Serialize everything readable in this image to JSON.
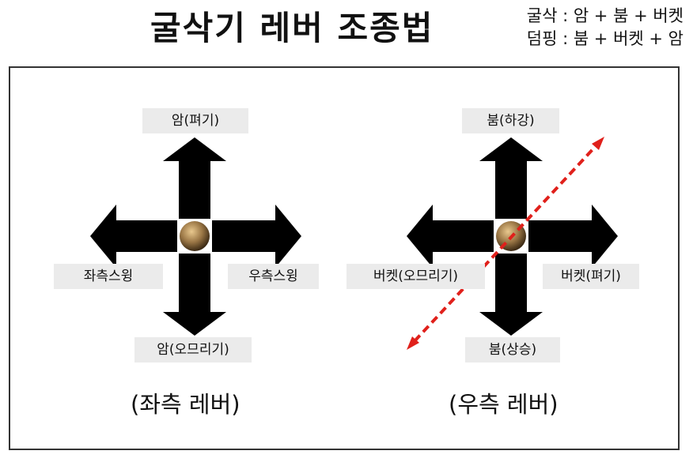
{
  "title": "굴삭기 레버 조종법",
  "legend": {
    "excavation": "굴삭 : 암 + 붐 + 버켓",
    "dumping": "덤핑 : 붐 + 버켓 + 암"
  },
  "left_lever": {
    "up": "암(펴기)",
    "down": "암(오므리기)",
    "left": "좌측스윙",
    "right": "우측스윙",
    "caption": "(좌측 레버)"
  },
  "right_lever": {
    "up": "붐(하강)",
    "down": "붐(상승)",
    "left": "버켓(오므리기)",
    "right": "버켓(펴기)",
    "caption": "(우측 레버)"
  },
  "colors": {
    "arrow": "#000000",
    "knob": "#8b6a3e",
    "diagonal": "#e0201b",
    "label_bg": "#ebebeb"
  }
}
